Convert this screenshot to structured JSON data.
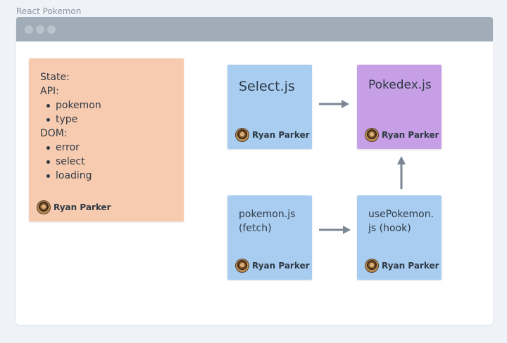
{
  "board": {
    "title": "React Pokemon"
  },
  "colors": {
    "orange_note": "#f7cbb0",
    "blue_note": "#a9cdf1",
    "purple_note": "#c79fe6",
    "arrow": "#7b8794",
    "frame_bar": "#a0adb8"
  },
  "notes": {
    "state": {
      "lines": [
        "State:",
        "API:",
        "pokemon",
        "type",
        "DOM:",
        "error",
        "select",
        "loading"
      ],
      "author": "Ryan Parker"
    },
    "select": {
      "text": "Select.js",
      "author": "Ryan Parker"
    },
    "pokedex": {
      "text": "Pokedex.js",
      "author": "Ryan Parker"
    },
    "pokemon_fetch": {
      "line1": "pokemon.js",
      "line2": "(fetch)",
      "author": "Ryan Parker"
    },
    "use_pokemon": {
      "line1": "usePokemon.",
      "line2": "js (hook)",
      "author": "Ryan Parker"
    }
  },
  "connectors": [
    {
      "from": "Select.js",
      "to": "Pokedex.js"
    },
    {
      "from": "pokemon.js (fetch)",
      "to": "usePokemon.js (hook)"
    },
    {
      "from": "usePokemon.js (hook)",
      "to": "Pokedex.js"
    }
  ]
}
